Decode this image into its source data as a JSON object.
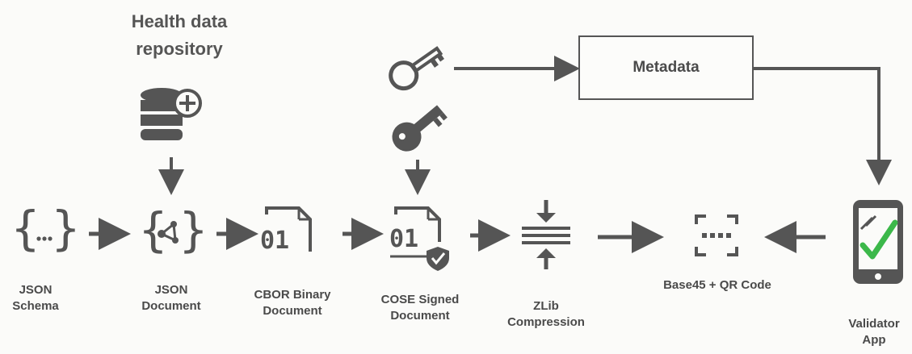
{
  "repository": {
    "title_line1": "Health data",
    "title_line2": "repository"
  },
  "metadata": {
    "label": "Metadata"
  },
  "steps": [
    {
      "line1": "JSON",
      "line2": "Schema"
    },
    {
      "line1": "JSON",
      "line2": "Document"
    },
    {
      "line1": "CBOR Binary",
      "line2": "Document"
    },
    {
      "line1": "COSE Signed",
      "line2": "Document"
    },
    {
      "line1": "ZLib",
      "line2": "Compression"
    },
    {
      "line1": "Base45 + QR Code",
      "line2": ""
    },
    {
      "line1": "Validator",
      "line2": "App"
    }
  ],
  "icons": {
    "schema": "json-braces-ellipsis",
    "document": "json-braces-network",
    "cbor": "binary-file",
    "cose": "signed-binary-file",
    "zlib": "compress",
    "qr": "qr-scan",
    "validator": "phone-check",
    "public_key": "key-outline",
    "private_key": "key-solid",
    "repository": "database-plus"
  },
  "colors": {
    "ink": "#555555",
    "check": "#3cb84a"
  }
}
